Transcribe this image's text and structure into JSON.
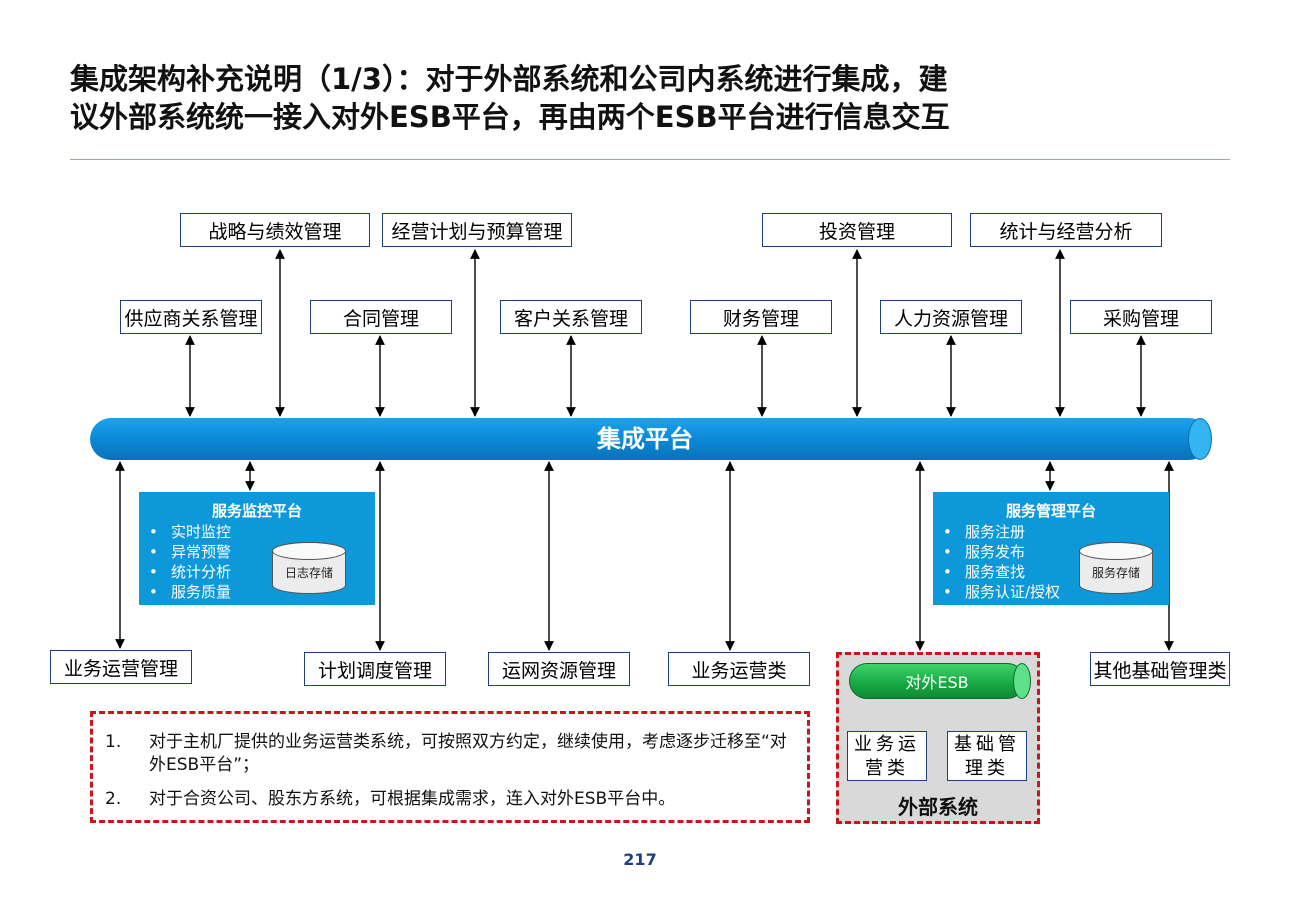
{
  "title": {
    "line1": "集成架构补充说明（1/3）：对于外部系统和公司内系统进行集成，建",
    "line2": "议外部系统统一接入对外ESB平台，再由两个ESB平台进行信息交互"
  },
  "top_row": [
    "战略与绩效管理",
    "经营计划与预算管理",
    "投资管理",
    "统计与经营分析"
  ],
  "mid_row": [
    "供应商关系管理",
    "合同管理",
    "客户关系管理",
    "财务管理",
    "人力资源管理",
    "采购管理"
  ],
  "bus_label": "集成平台",
  "monitor_panel": {
    "title": "服务监控平台",
    "items": [
      "实时监控",
      "异常预警",
      "统计分析",
      "服务质量"
    ],
    "storage": "日志存储"
  },
  "service_panel": {
    "title": "服务管理平台",
    "items": [
      "服务注册",
      "服务发布",
      "服务查找",
      "服务认证/授权"
    ],
    "storage": "服务存储"
  },
  "bottom_row": [
    "业务运营管理",
    "计划调度管理",
    "运网资源管理",
    "业务运营类",
    "其他基础管理类"
  ],
  "external": {
    "esb": "对外ESB",
    "box1": "业务运营类",
    "box2": "基础管理类",
    "label": "外部系统"
  },
  "notes": [
    {
      "num": "1.",
      "text": "对于主机厂提供的业务运营类系统，可按照双方约定，继续使用，考虑逐步迁移至“对外ESB平台”；"
    },
    {
      "num": "2.",
      "text": "对于合资公司、股东方系统，可根据集成需求，连入对外ESB平台中。"
    }
  ],
  "page_number": "217",
  "colors": {
    "bus": "#0b86d4",
    "panel": "#0d98d9",
    "box_border": "#1f3f7a",
    "dashed": "#c8161d",
    "esb_green": "#17a743"
  }
}
